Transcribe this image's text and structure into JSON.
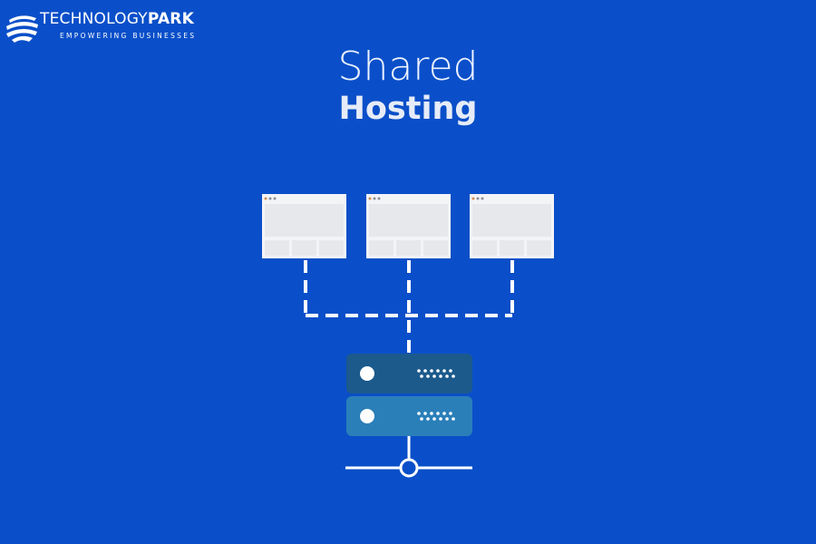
{
  "logo": {
    "name_part1": "TECHNOLOGY",
    "name_part2": "PARK",
    "tagline": "EMPOWERING BUSINESSES"
  },
  "heading": {
    "line1": "Shared",
    "line2": "Hosting"
  },
  "diagram": {
    "websites": [
      {
        "id": "site-1"
      },
      {
        "id": "site-2"
      },
      {
        "id": "site-3"
      }
    ],
    "server_units": 2,
    "colors": {
      "background": "#0a4fc9",
      "window": "#f3f4f6",
      "window_panel": "#e6e8ec",
      "server_top": "#1c5a8c",
      "server_bottom": "#2b7fb9",
      "connector": "#ffffff"
    }
  }
}
